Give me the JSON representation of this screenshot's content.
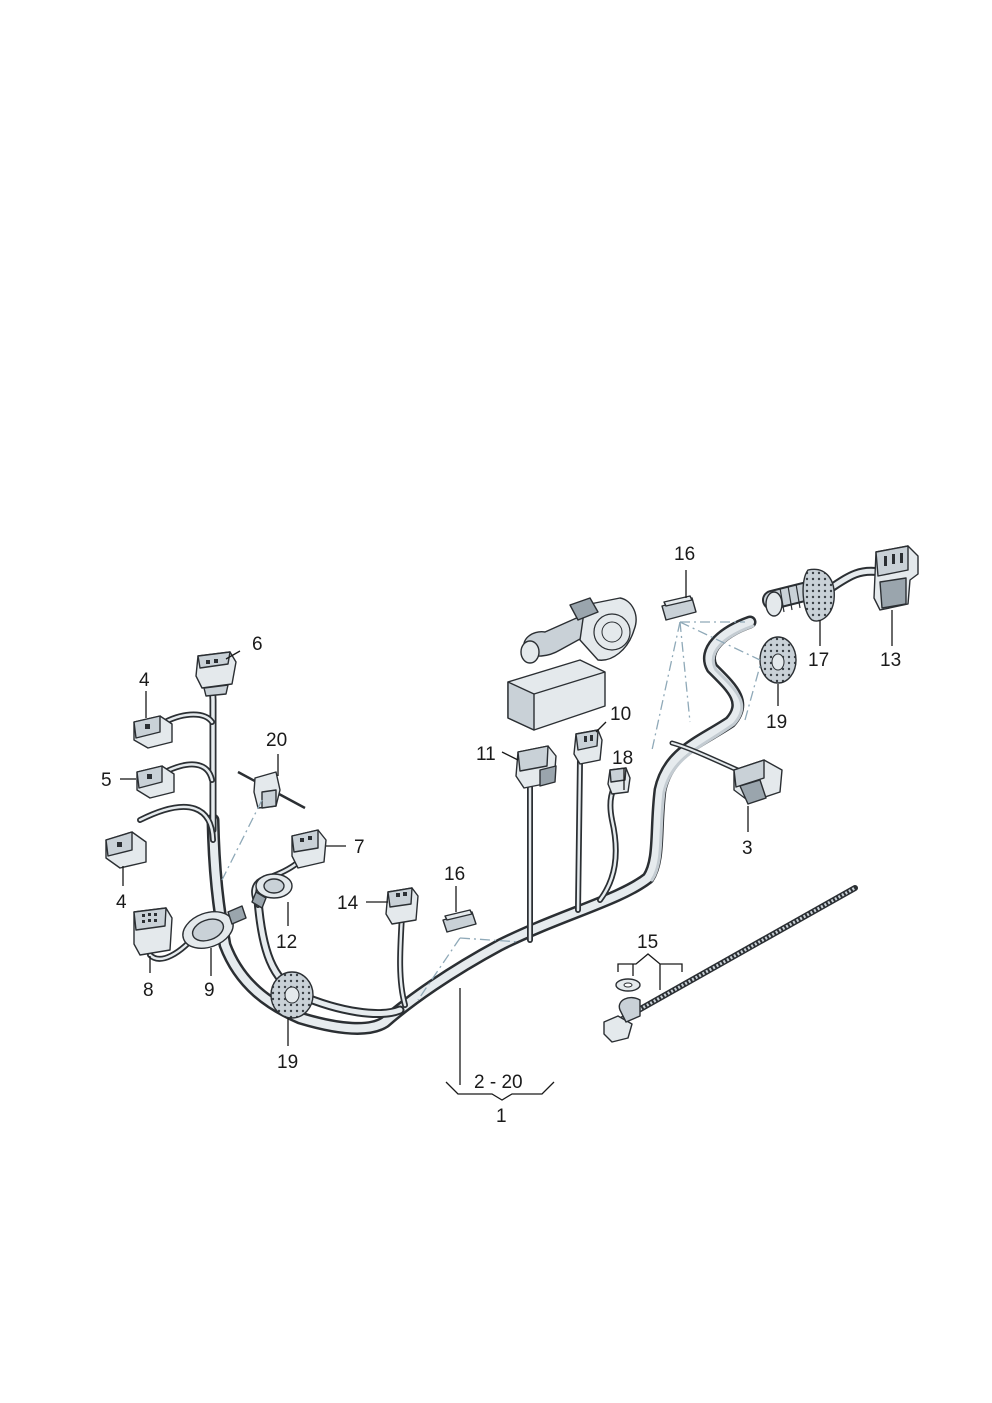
{
  "callouts": {
    "c1": "1",
    "c2_20": "2 - 20",
    "c3": "3",
    "c4a": "4",
    "c4b": "4",
    "c5": "5",
    "c6": "6",
    "c7": "7",
    "c8": "8",
    "c9": "9",
    "c10": "10",
    "c11": "11",
    "c12": "12",
    "c13": "13",
    "c14": "14",
    "c15": "15",
    "c16a": "16",
    "c16b": "16",
    "c17": "17",
    "c18": "18",
    "c19a": "19",
    "c19b": "19",
    "c20": "20"
  },
  "colors": {
    "outline": "#2b2f33",
    "part_fill": "#c9d1d7",
    "highlight": "#e6ebee",
    "dash_leader": "#8fa9b8"
  }
}
